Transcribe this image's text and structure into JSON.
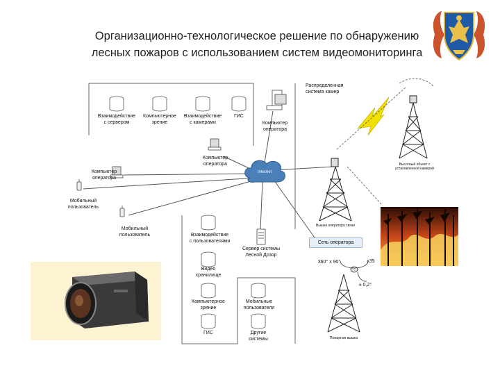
{
  "title": {
    "line1": "Организационно-технологическое решение по обнаружению",
    "line2": "лесных пожаров с использованием систем видеомониторинга"
  },
  "modules_top": [
    {
      "line1": "Взаимодействие",
      "line2": "с сервером"
    },
    {
      "line1": "Компьютерное",
      "line2": "зрение"
    },
    {
      "line1": "Взаимодействие",
      "line2": "с камерами"
    },
    {
      "line1": "ГИС",
      "line2": ""
    }
  ],
  "operator_top": {
    "line1": "Компьютер",
    "line2": "оператора"
  },
  "operator_mid": {
    "line1": "Компьютер",
    "line2": "оператора"
  },
  "operator_left": {
    "line1": "Компьютер",
    "line2": "оператора"
  },
  "mobile_user_1": {
    "line1": "Мобильный",
    "line2": "пользователь"
  },
  "mobile_user_2": {
    "line1": "Мобильный",
    "line2": "пользователь"
  },
  "internet": "Internet",
  "server": {
    "line1": "Сервер системы",
    "line2": "Лесной Дозор"
  },
  "modules_bottom": {
    "user_interaction": {
      "line1": "Взаимодействие",
      "line2": "с пользователями"
    },
    "video_storage": {
      "line1": "Видео",
      "line2": "хранилище"
    },
    "computer_vision": {
      "line1": "Компьютерное",
      "line2": "зрение"
    },
    "mobile_users": {
      "line1": "Мобильные",
      "line2": "пользователи"
    },
    "gis": "ГИС",
    "other_systems": {
      "line1": "Другие",
      "line2": "системы"
    }
  },
  "camera_system": {
    "line1": "Распределенная",
    "line2": "система камер"
  },
  "tower_right_label": {
    "line1": "Высотный объект с",
    "line2": "установленной камерой"
  },
  "tower_mid_label": "Вышка оператора связи",
  "operator_network": "Сеть оператора",
  "rotation": "360° x 90°",
  "zoom": "x35",
  "precision": "± 0,2°",
  "fire_tower_label": "Пожарная вышка",
  "colors": {
    "link": "#555555",
    "cloud": "#4a7fb8",
    "lightning": "#f2e000",
    "net_box": "#e6eef8",
    "emblem_blue": "#1e5aa6"
  }
}
